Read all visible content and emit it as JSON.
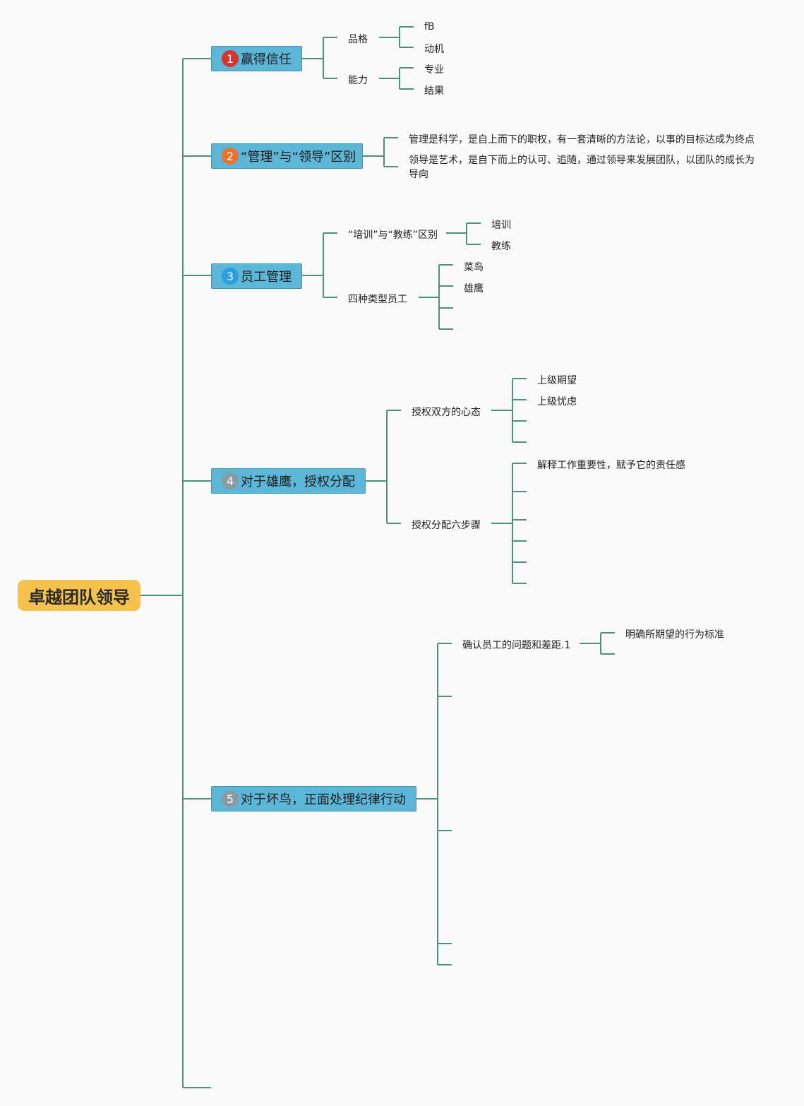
{
  "root": {
    "label": "卓越团队领导"
  },
  "branches": [
    {
      "number": "1",
      "label": "赢得信任",
      "badge_color": "#d9342b",
      "children": [
        {
          "label": "品格",
          "children": [
            "fB",
            "动机"
          ]
        },
        {
          "label": "能力",
          "children": [
            "专业",
            "结果"
          ]
        }
      ]
    },
    {
      "number": "2",
      "label": "“管理”与“领导”区别",
      "badge_color": "#e8732c",
      "children": [
        "管理是科学，是自上而下的职权，有一套清晰的方法论，以事的目标达成为终点",
        "领导是艺术，是自下而上的认可、追随，通过领导来发展团队，以团队的成长为导向"
      ]
    },
    {
      "number": "3",
      "label": "员工管理",
      "badge_color": "#2a9fe0",
      "children": [
        {
          "label": "“培训”与“教练”区别",
          "children": [
            "培训",
            "教练"
          ]
        },
        {
          "label": "四种类型员工",
          "children": [
            "菜鸟",
            "雄鹰",
            "",
            ""
          ]
        }
      ]
    },
    {
      "number": "4",
      "label": "对于雄鹰，授权分配",
      "badge_color": "#8a9aa3",
      "children": [
        {
          "label": "授权双方的心态",
          "children": [
            "上级期望",
            "上级忧虑",
            "",
            ""
          ]
        },
        {
          "label": "授权分配六步骤",
          "children": [
            "解释工作重要性，赋予它的责任感",
            "",
            "",
            "",
            "",
            ""
          ]
        }
      ]
    },
    {
      "number": "5",
      "label": "对于坏鸟，正面处理纪律行动",
      "badge_color": "#8a9aa3",
      "children": [
        {
          "label": "确认员工的问题和差距.1",
          "children": [
            "明确所期望的行为标准",
            ""
          ]
        }
      ]
    }
  ],
  "colors": {
    "connector": "#4e8f7e",
    "branch_fill": "#5bb6d8",
    "root_fill": "#f5c24e"
  }
}
